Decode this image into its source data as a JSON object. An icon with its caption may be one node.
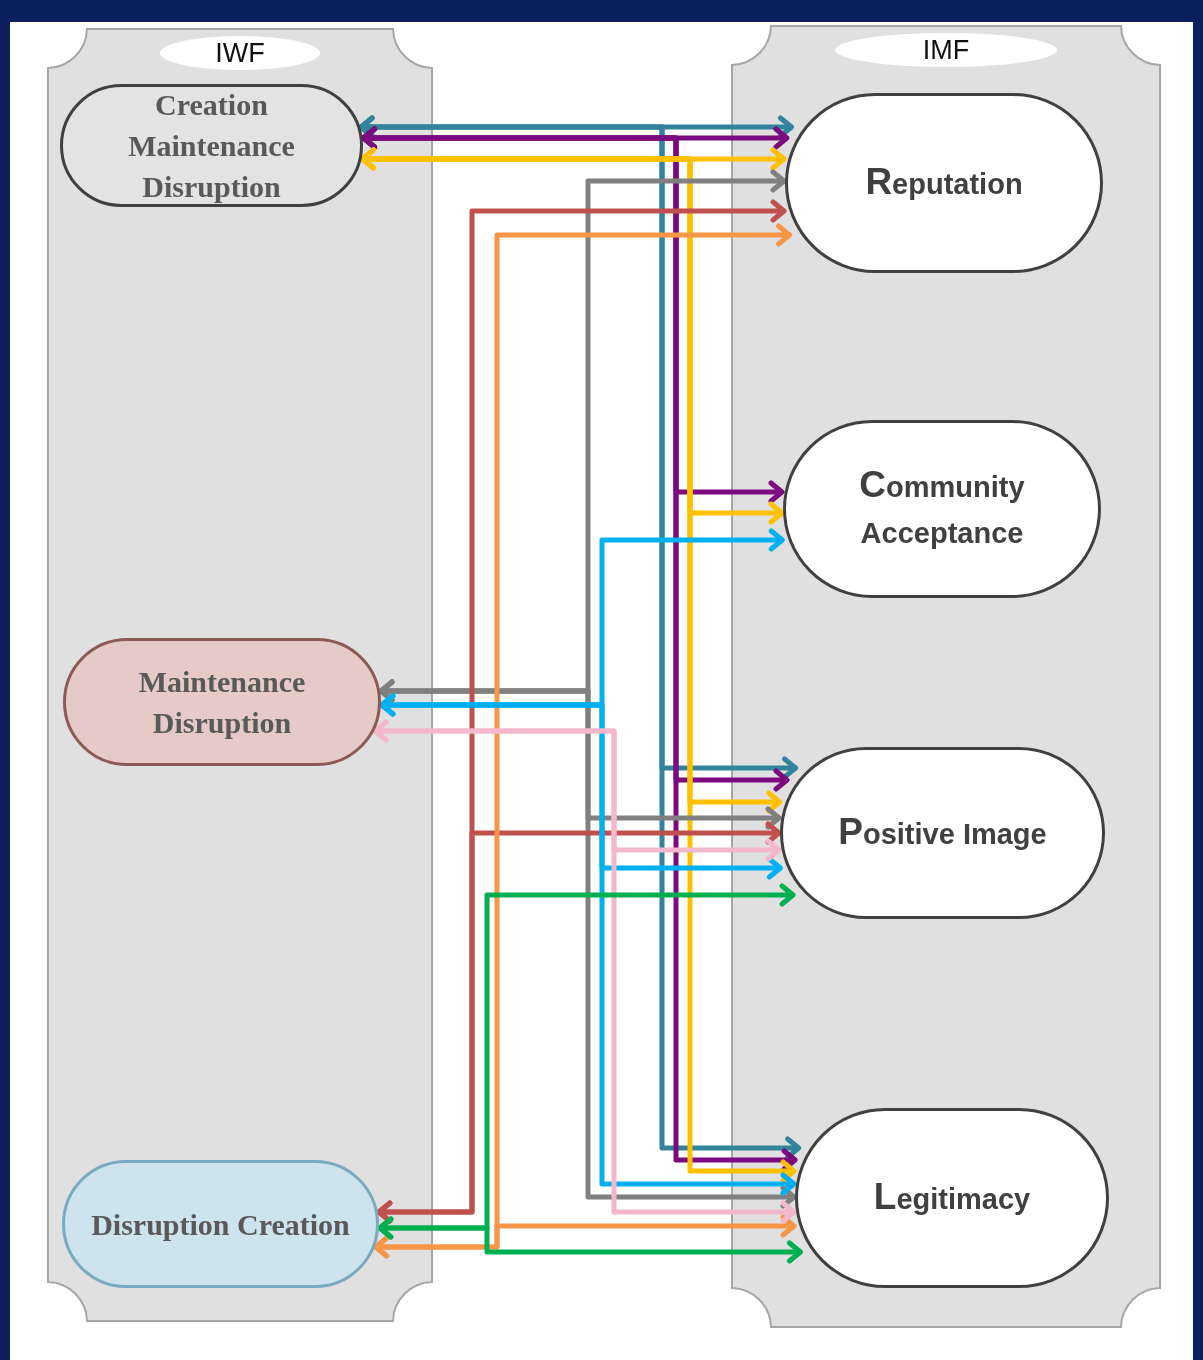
{
  "diagram": {
    "nodes": [
      {
        "text": [
          "IWF"
        ]
      },
      {
        "text": [
          "Creation Maintenance Disruption"
        ],
        "in": 0
      },
      {
        "text": [
          "Maintenance Disruption"
        ],
        "in": 0
      },
      {
        "text": [
          "Disruption Creation"
        ],
        "in": 0
      },
      {
        "text": [
          "IMF"
        ]
      },
      {
        "text": [
          "Reputation"
        ],
        "in": 4
      },
      {
        "text": [
          "Community Acceptance"
        ],
        "in": 4
      },
      {
        "text": [
          "Positive Image"
        ],
        "in": 4
      },
      {
        "text": [
          "Legitimacy"
        ],
        "in": 4
      }
    ],
    "edges": [
      {
        "from": 1,
        "to": 5,
        "arrow": "both",
        "color": "#31849b"
      },
      {
        "from": 1,
        "to": 7,
        "arrow": "both",
        "color": "#31849b"
      },
      {
        "from": 1,
        "to": 8,
        "arrow": "both",
        "color": "#31849b"
      },
      {
        "from": 1,
        "to": 5,
        "arrow": "both",
        "color": "#7b0a7f"
      },
      {
        "from": 1,
        "to": 6,
        "arrow": "both",
        "color": "#7b0a7f"
      },
      {
        "from": 1,
        "to": 7,
        "arrow": "both",
        "color": "#7b0a7f"
      },
      {
        "from": 1,
        "to": 8,
        "arrow": "both",
        "color": "#7b0a7f"
      },
      {
        "from": 1,
        "to": 5,
        "arrow": "both",
        "color": "#ffc000"
      },
      {
        "from": 1,
        "to": 6,
        "arrow": "both",
        "color": "#ffc000"
      },
      {
        "from": 1,
        "to": 7,
        "arrow": "both",
        "color": "#ffc000"
      },
      {
        "from": 1,
        "to": 8,
        "arrow": "both",
        "color": "#ffc000"
      },
      {
        "from": 2,
        "to": 5,
        "arrow": "both",
        "color": "#808080"
      },
      {
        "from": 2,
        "to": 7,
        "arrow": "both",
        "color": "#808080"
      },
      {
        "from": 2,
        "to": 8,
        "arrow": "both",
        "color": "#808080"
      },
      {
        "from": 3,
        "to": 5,
        "arrow": "both",
        "color": "#c0504d"
      },
      {
        "from": 3,
        "to": 7,
        "arrow": "both",
        "color": "#c0504d"
      },
      {
        "from": 3,
        "to": 5,
        "arrow": "both",
        "color": "#f79646"
      },
      {
        "from": 3,
        "to": 8,
        "arrow": "both",
        "color": "#f79646"
      },
      {
        "from": 2,
        "to": 6,
        "arrow": "both",
        "color": "#00b0f0"
      },
      {
        "from": 2,
        "to": 7,
        "arrow": "both",
        "color": "#00b0f0"
      },
      {
        "from": 2,
        "to": 8,
        "arrow": "both",
        "color": "#00b0f0"
      },
      {
        "from": 2,
        "to": 7,
        "arrow": "both",
        "color": "#f4b8cc"
      },
      {
        "from": 2,
        "to": 8,
        "arrow": "both",
        "color": "#f4b8cc"
      },
      {
        "from": 3,
        "to": 7,
        "arrow": "both",
        "color": "#00b050"
      },
      {
        "from": 3,
        "to": 8,
        "arrow": "both",
        "color": "#00b050"
      }
    ]
  }
}
